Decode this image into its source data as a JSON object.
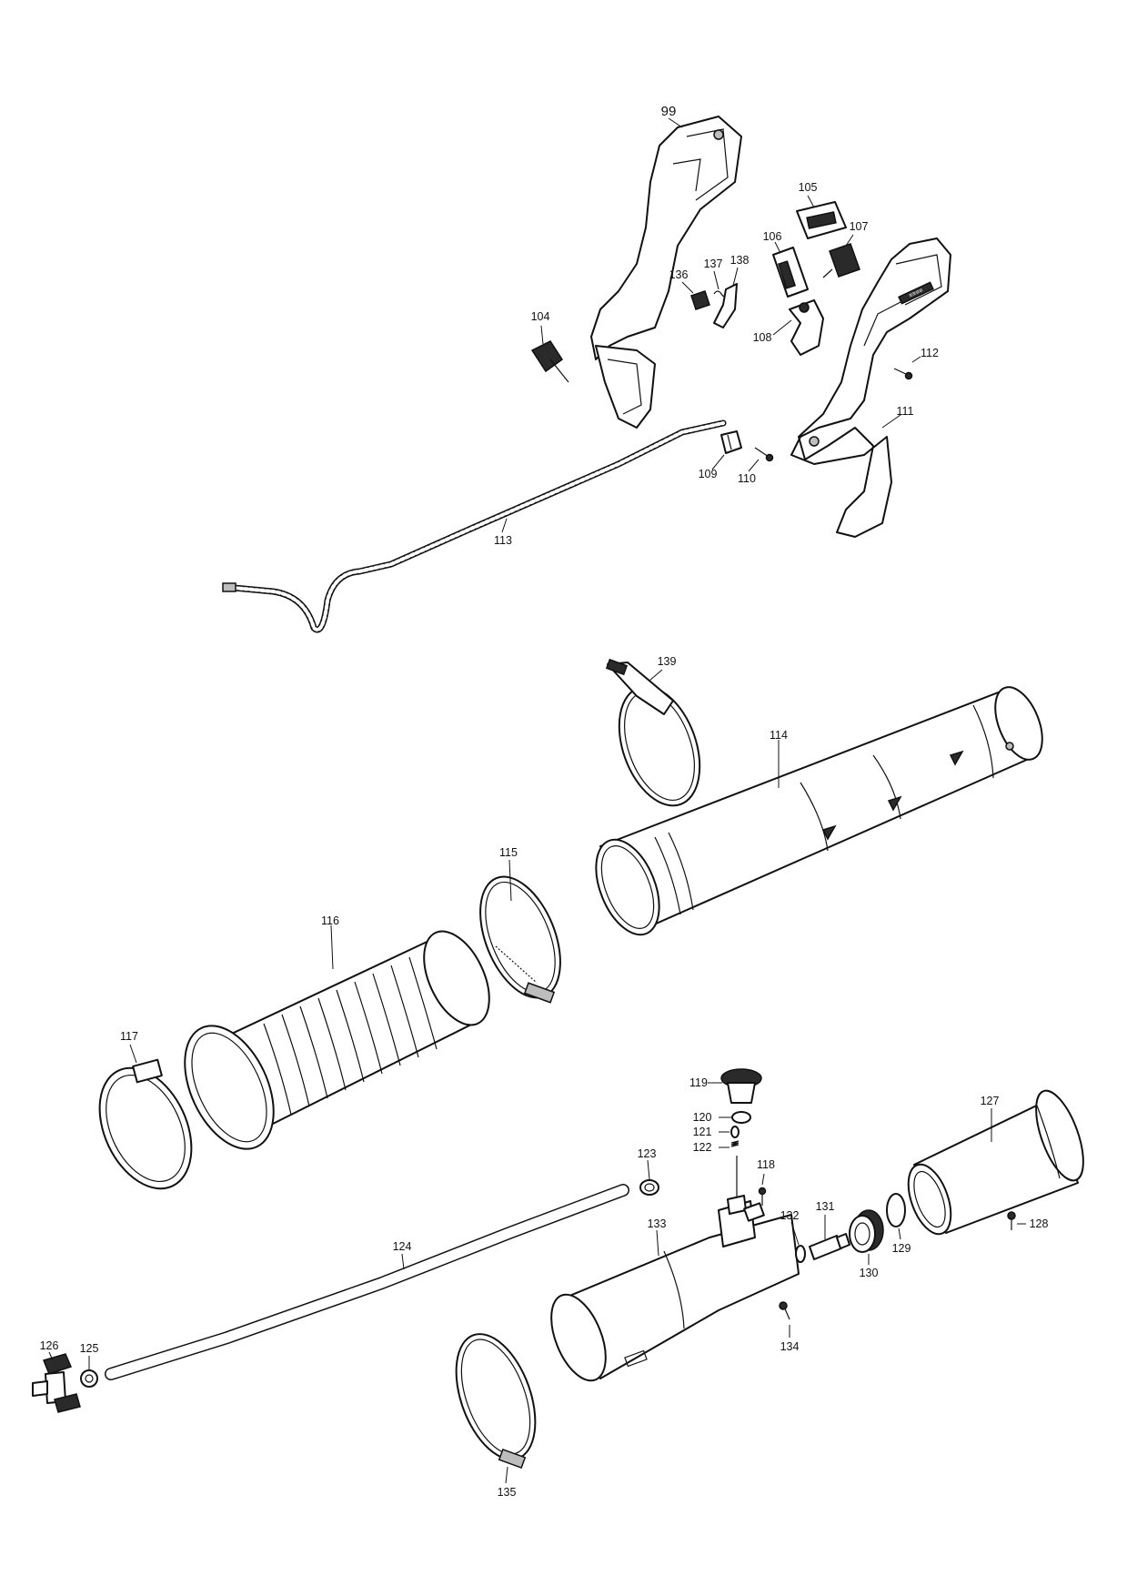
{
  "callouts": {
    "p99": "99",
    "p104": "104",
    "p105": "105",
    "p106": "106",
    "p107": "107",
    "p108": "108",
    "p109": "109",
    "p110": "110",
    "p111": "111",
    "p112": "112",
    "p113": "113",
    "p114": "114",
    "p115": "115",
    "p116": "116",
    "p117": "117",
    "p118": "118",
    "p119": "119",
    "p120": "120",
    "p121": "121",
    "p122": "122",
    "p123": "123",
    "p124": "124",
    "p125": "125",
    "p126": "126",
    "p127": "127",
    "p128": "128",
    "p129": "129",
    "p130": "130",
    "p131": "131",
    "p132": "132",
    "p133": "133",
    "p134": "134",
    "p135": "135",
    "p136": "136",
    "p137": "137",
    "p138": "138",
    "p139": "139"
  },
  "icons": {
    "handle_brand_mark": "logo-mark-icon"
  }
}
